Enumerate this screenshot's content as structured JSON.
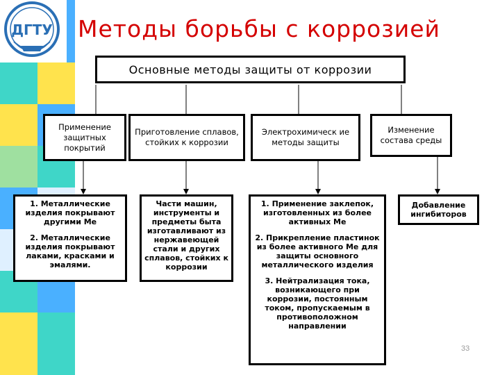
{
  "title": "Методы борьбы с коррозией",
  "logo_text": "ДГТУ",
  "root": "Основные методы защиты от коррозии",
  "categories": [
    {
      "label": "Применение защитных покрытий",
      "details": [
        "1. Металлические изделия покрывают другими Ме",
        "2. Металлические изделия покрывают лаками, красками и эмалями."
      ]
    },
    {
      "label": "Приготовление сплавов, стойких к коррозии",
      "details": [
        "Части машин, инструменты и предметы быта изготавливают из нержавеющей стали и других сплавов, стойких к коррозии"
      ]
    },
    {
      "label": "Электрохимическ ие методы защиты",
      "details": [
        "1. Применение заклепок, изготовленных из более активных Ме",
        "2. Прикрепление пластинок из более активного Ме для защиты основного металлического изделия",
        "3. Нейтрализация тока, возникающего при коррозии, постоянным током, пропускаемым в противоположном направлении"
      ]
    },
    {
      "label": "Изменение состава среды",
      "details": [
        "Добавление ингибиторов"
      ]
    }
  ],
  "page_number": "33",
  "colors": {
    "title": "#d40000",
    "mosaic": [
      "#ffe34d",
      "#3fd6c8",
      "#4ab0ff",
      "#9fe0a0",
      "#dff0ff"
    ]
  }
}
